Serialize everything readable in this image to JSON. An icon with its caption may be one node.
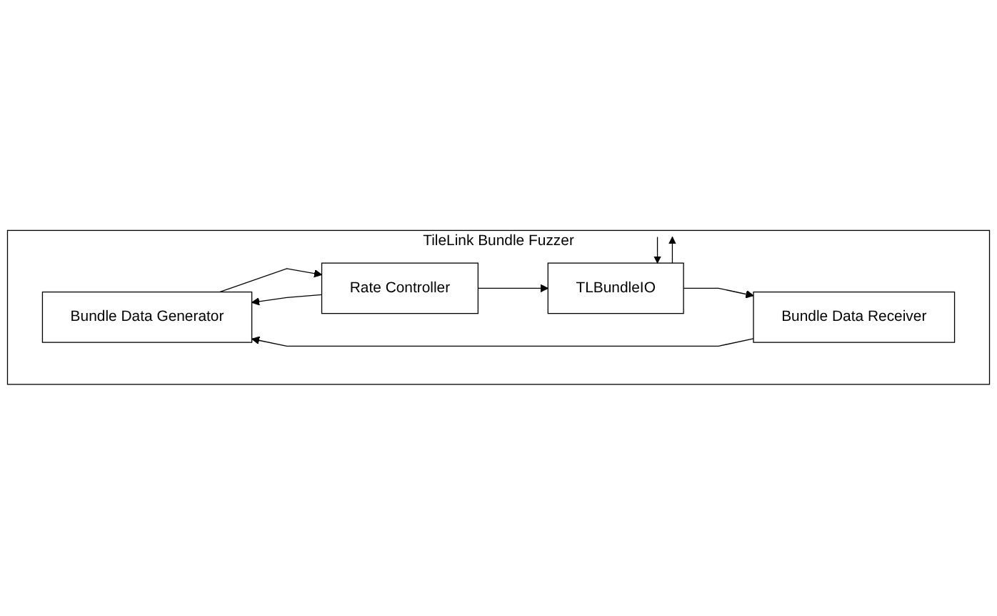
{
  "diagram": {
    "nodes": [
      {
        "text": [
          "TileLink Bundle Fuzzer"
        ]
      },
      {
        "text": [
          "Bundle Data Generator"
        ],
        "in": 0
      },
      {
        "text": [
          "Rate Controller"
        ],
        "in": 0
      },
      {
        "text": [
          "TLBundleIO"
        ],
        "in": 0
      },
      {
        "text": [
          "Bundle Data Receiver"
        ],
        "in": 0
      }
    ],
    "edges": [
      {
        "from": 1,
        "to": 2,
        "arrow": "to"
      },
      {
        "from": 2,
        "to": 3,
        "arrow": "to"
      },
      {
        "from": 2,
        "to": 1,
        "arrow": "to"
      },
      {
        "from": 3,
        "to": 4,
        "arrow": "to"
      },
      {
        "from": 4,
        "to": 1,
        "arrow": "to"
      },
      {
        "from": 3,
        "to": null,
        "arrow": "to"
      },
      {
        "from": null,
        "to": 3,
        "arrow": "to"
      }
    ]
  }
}
